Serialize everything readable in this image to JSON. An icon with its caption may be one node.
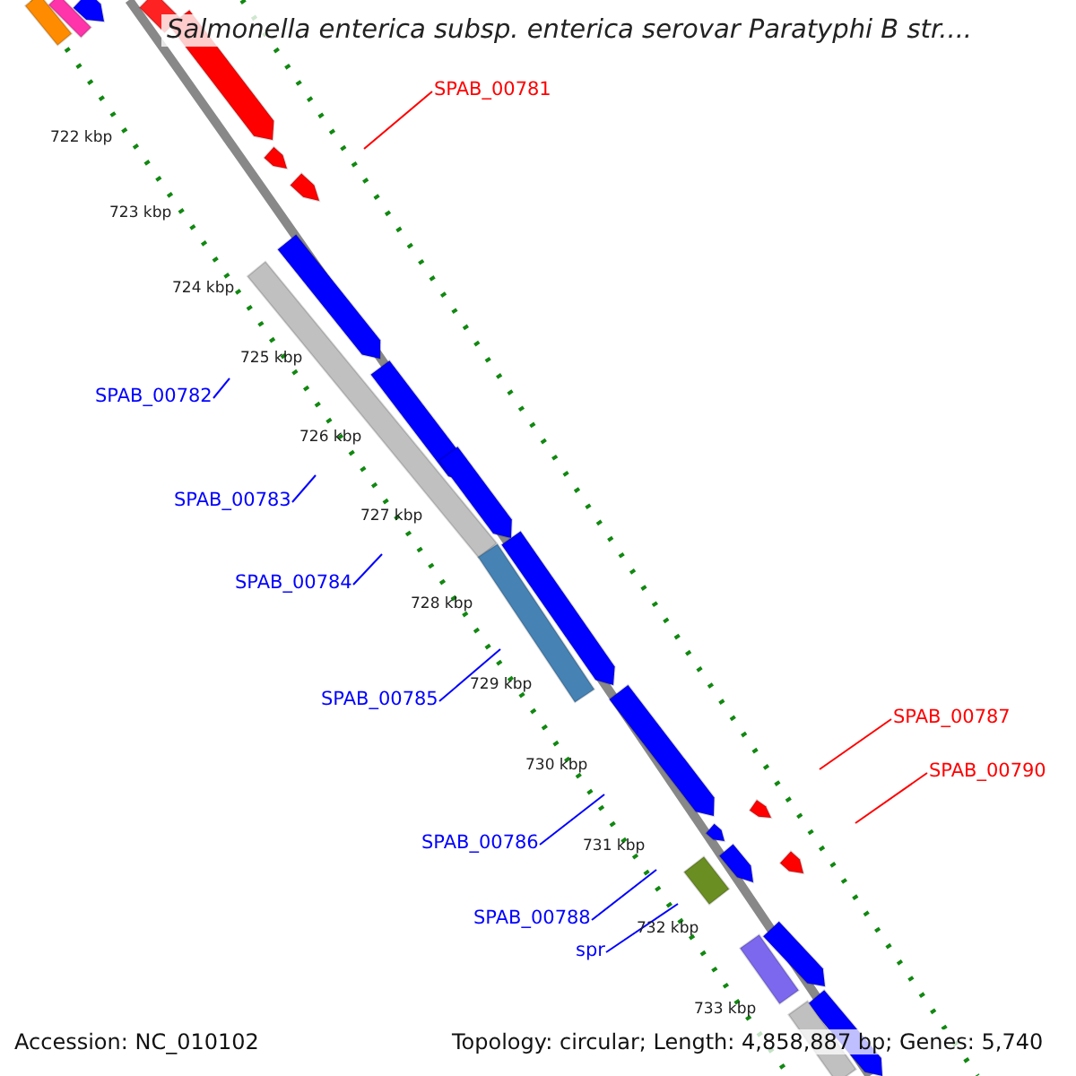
{
  "diagram": {
    "title": "Salmonella enterica subsp. enterica serovar Paratyphi B str....",
    "nodes": [
      {
        "text": [
          "SPAB_00781"
        ]
      },
      {
        "text": [
          "SPAB_00782"
        ]
      },
      {
        "text": [
          "SPAB_00783"
        ]
      },
      {
        "text": [
          "SPAB_00784"
        ]
      },
      {
        "text": [
          "SPAB_00785"
        ]
      },
      {
        "text": [
          "SPAB_00787"
        ]
      },
      {
        "text": [
          "SPAB_00790"
        ]
      },
      {
        "text": [
          "SPAB_00786"
        ]
      },
      {
        "text": [
          "SPAB_00788"
        ]
      },
      {
        "text": [
          "spr"
        ]
      }
    ],
    "edges": [
      {
        "from": 0,
        "to": null,
        "arrow": "none",
        "color": "#ff0000"
      },
      {
        "from": 1,
        "to": null,
        "arrow": "none"
      },
      {
        "from": 2,
        "to": null,
        "arrow": "none"
      },
      {
        "from": 3,
        "to": null,
        "arrow": "none"
      },
      {
        "from": 4,
        "to": null,
        "arrow": "none"
      },
      {
        "from": 5,
        "to": null,
        "arrow": "none",
        "color": "#ff0000"
      },
      {
        "from": 6,
        "to": null,
        "arrow": "none",
        "color": "#ff0000"
      },
      {
        "from": 7,
        "to": null,
        "arrow": "none"
      },
      {
        "from": 8,
        "to": null,
        "arrow": "none"
      },
      {
        "from": 9,
        "to": null,
        "arrow": "none"
      }
    ],
    "labels": [
      "722 kbp",
      "723 kbp",
      "724 kbp",
      "725 kbp",
      "726 kbp",
      "727 kbp",
      "728 kbp",
      "729 kbp",
      "730 kbp",
      "731 kbp",
      "732 kbp",
      "733 kbp",
      "Accession: NC_010102",
      "Topology: circular; Length: 4,858,887 bp; Genes: 5,740"
    ]
  }
}
